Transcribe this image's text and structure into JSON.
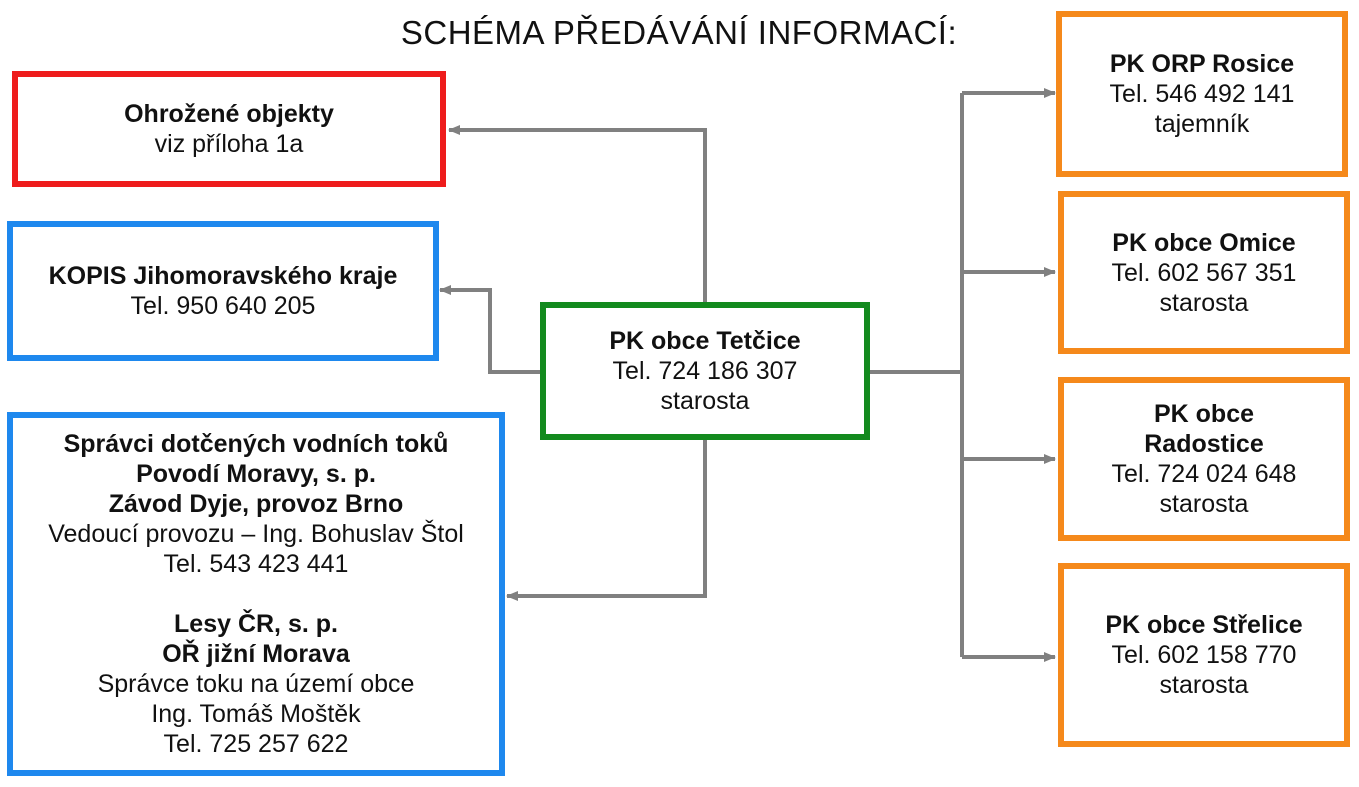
{
  "title": "SCHÉMA PŘEDÁVÁNÍ INFORMACÍ:",
  "colors": {
    "red": "#ee1c1c",
    "blue": "#1e88ee",
    "green": "#138a1e",
    "orange": "#f5891b",
    "connector": "#808080"
  },
  "boxes": {
    "ohrozene": {
      "title": "Ohrožené objekty",
      "line1": "viz příloha 1a"
    },
    "kopis": {
      "title": "KOPIS Jihomoravského kraje",
      "line1": "Tel. 950 640 205"
    },
    "spravci": {
      "title1": "Správci dotčených vodních toků",
      "title2": "Povodí Moravy, s. p.",
      "title3": "Závod Dyje, provoz Brno",
      "line1": "Vedoucí provozu – Ing. Bohuslav Štol",
      "line2": "Tel. 543 423 441",
      "title4": "Lesy ČR, s. p.",
      "title5": "OŘ jižní Morava",
      "line3": "Správce toku na území obce",
      "line4": "Ing. Tomáš Moštěk",
      "line5": "Tel. 725 257 622"
    },
    "tetcice": {
      "title": "PK obce Tetčice",
      "line1": "Tel. 724 186 307",
      "line2": "starosta"
    },
    "rosice": {
      "title": "PK ORP Rosice",
      "line1": "Tel. 546 492 141",
      "line2": "tajemník"
    },
    "omice": {
      "title": "PK obce Omice",
      "line1": "Tel. 602 567 351",
      "line2": "starosta"
    },
    "radostice": {
      "title1": "PK obce",
      "title2": "Radostice",
      "line1": "Tel. 724 024 648",
      "line2": "starosta"
    },
    "strelice": {
      "title": "PK obce Střelice",
      "line1": "Tel. 602 158 770",
      "line2": "starosta"
    }
  }
}
